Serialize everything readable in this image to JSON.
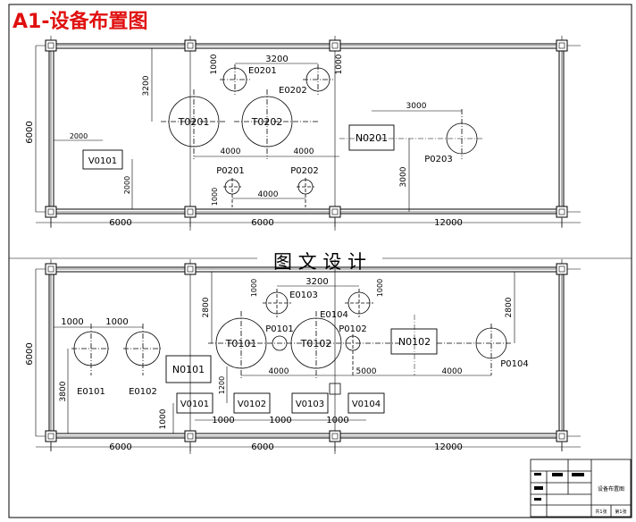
{
  "title": "A1-设备布置图",
  "center_label": "图 文 设 计",
  "upper_floor": {
    "equipment": {
      "E0201": "E0201",
      "E0202": "E0202",
      "T0201": "T0201",
      "T0202": "T0202",
      "N0201": "N0201",
      "V0101": "V0101",
      "P0201": "P0201",
      "P0202": "P0202",
      "P0203": "P0203"
    },
    "dimensions": {
      "d_3200_top": "3200",
      "d_1000_e0201": "1000",
      "d_1000_e0202": "1000",
      "d_3200_vert": "3200",
      "d_6000_left": "6000",
      "d_2000_h": "2000",
      "d_2000_v": "2000",
      "d_4000_a": "4000",
      "d_4000_b": "4000",
      "d_3000_h": "3000",
      "d_3000_v": "3000",
      "d_1000_p0201": "1000",
      "d_4000_p": "4000",
      "bay_1": "6000",
      "bay_2": "6000",
      "bay_3": "12000"
    }
  },
  "lower_floor": {
    "equipment": {
      "E0101": "E0101",
      "E0102": "E0102",
      "E0103": "E0103",
      "E0104": "E0104",
      "N0101": "N0101",
      "N0102": "N0102",
      "T0101": "T0101",
      "T0102": "T0102",
      "P0101": "P0101",
      "P0102": "P0102",
      "P0104": "P0104",
      "V0101": "V0101",
      "V0102": "V0102",
      "V0103": "V0103",
      "V0104": "V0104"
    },
    "dimensions": {
      "d_1000_e1": "1000",
      "d_1000_e2": "1000",
      "d_6000_left": "6000",
      "d_3800": "3800",
      "d_1000_v": "1000",
      "d_2800_a": "2800",
      "d_2800_b": "2800",
      "d_3200": "3200",
      "d_1000_e0103": "1000",
      "d_1000_e0104": "1000",
      "d_4000_a": "4000",
      "d_5000": "5000",
      "d_4000_b": "4000",
      "d_1200": "1200",
      "d_1000_a": "1000",
      "d_1000_b": "1000",
      "d_1000_c": "1000",
      "bay_1": "6000",
      "bay_2": "6000",
      "bay_3": "12000"
    }
  },
  "title_block": {
    "drawing_name": "设备布置图",
    "sheet_label_a": "共1张",
    "sheet_label_b": "第1张"
  }
}
